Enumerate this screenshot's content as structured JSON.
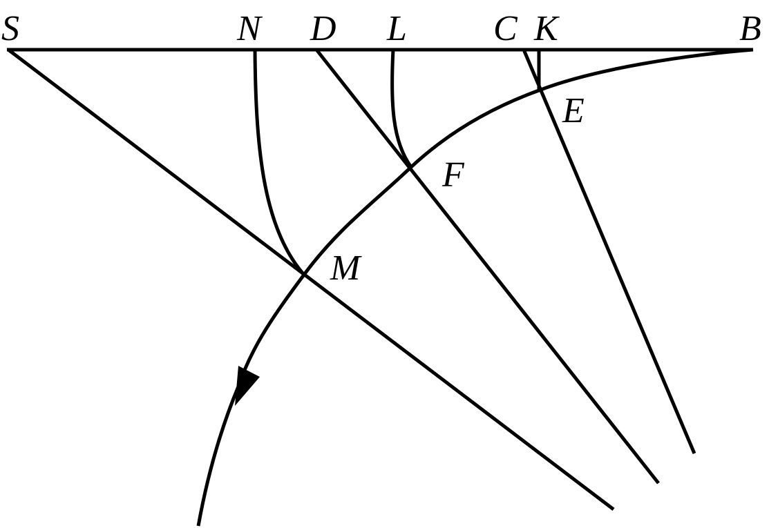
{
  "diagram": {
    "points": {
      "S": "S",
      "N": "N",
      "D": "D",
      "L": "L",
      "C": "C",
      "K": "K",
      "B": "B",
      "E": "E",
      "F": "F",
      "M": "M"
    }
  }
}
